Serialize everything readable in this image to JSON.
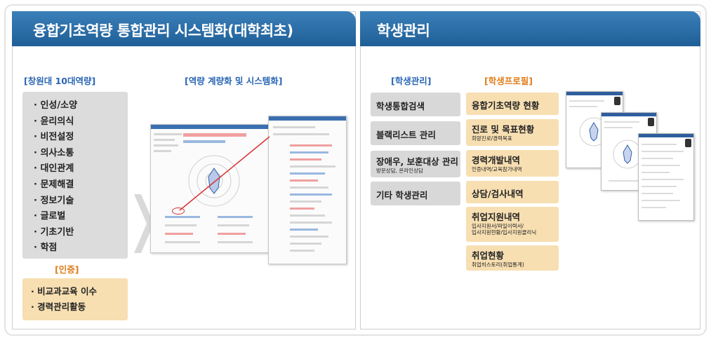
{
  "left_panel": {
    "banner": "융합기초역량 통합관리 시스템화(대학최초)",
    "capability_heading": "[창원대 10대역량]",
    "capabilities": [
      "인성/소양",
      "윤리의식",
      "비전설정",
      "의사소통",
      "대인관계",
      "문제해결",
      "정보기술",
      "글로벌",
      "기초기반",
      "학점"
    ],
    "cert_heading": "[인증]",
    "cert_items": [
      "비교과교육 이수",
      "경력관리활동"
    ],
    "system_heading": "[역량 계량화 및 시스템화]"
  },
  "right_panel": {
    "banner": "학생관리",
    "mgmt_heading": "[학생관리]",
    "profile_heading": "[학생프로필]",
    "mgmt_items": [
      {
        "label": "학생통합검색",
        "sub": ""
      },
      {
        "label": "블랙리스트 관리",
        "sub": ""
      },
      {
        "label": "장애우, 보훈대상 관리",
        "sub": "방문상담, 온라인상담"
      },
      {
        "label": "기타 학생관리",
        "sub": ""
      }
    ],
    "profile_items": [
      {
        "label": "융합기초역량 현황",
        "sub": "",
        "sub2": ""
      },
      {
        "label": "진로 및 목표현황",
        "sub": "희망진로/경력목표",
        "sub2": ""
      },
      {
        "label": "경력개발내역",
        "sub": "인증내역/교육참가내역",
        "sub2": ""
      },
      {
        "label": "상담/검사내역",
        "sub": "",
        "sub2": ""
      },
      {
        "label": "취업지원내역",
        "sub": "입사지원서/파일이력서/",
        "sub2": "입사지원현황/입사지원클리닉"
      },
      {
        "label": "취업현황",
        "sub": "취업히스토리(취업통계)",
        "sub2": ""
      }
    ]
  },
  "colors": {
    "banner": "#1f5f97",
    "heading_blue": "#2a66b4",
    "heading_orange": "#e07d1a",
    "gray_box": "#dcdcdc",
    "tan_box": "#f7dfb2"
  },
  "icons": [
    "chevron-right-icon",
    "photo-icon",
    "radar-chart-icon"
  ]
}
